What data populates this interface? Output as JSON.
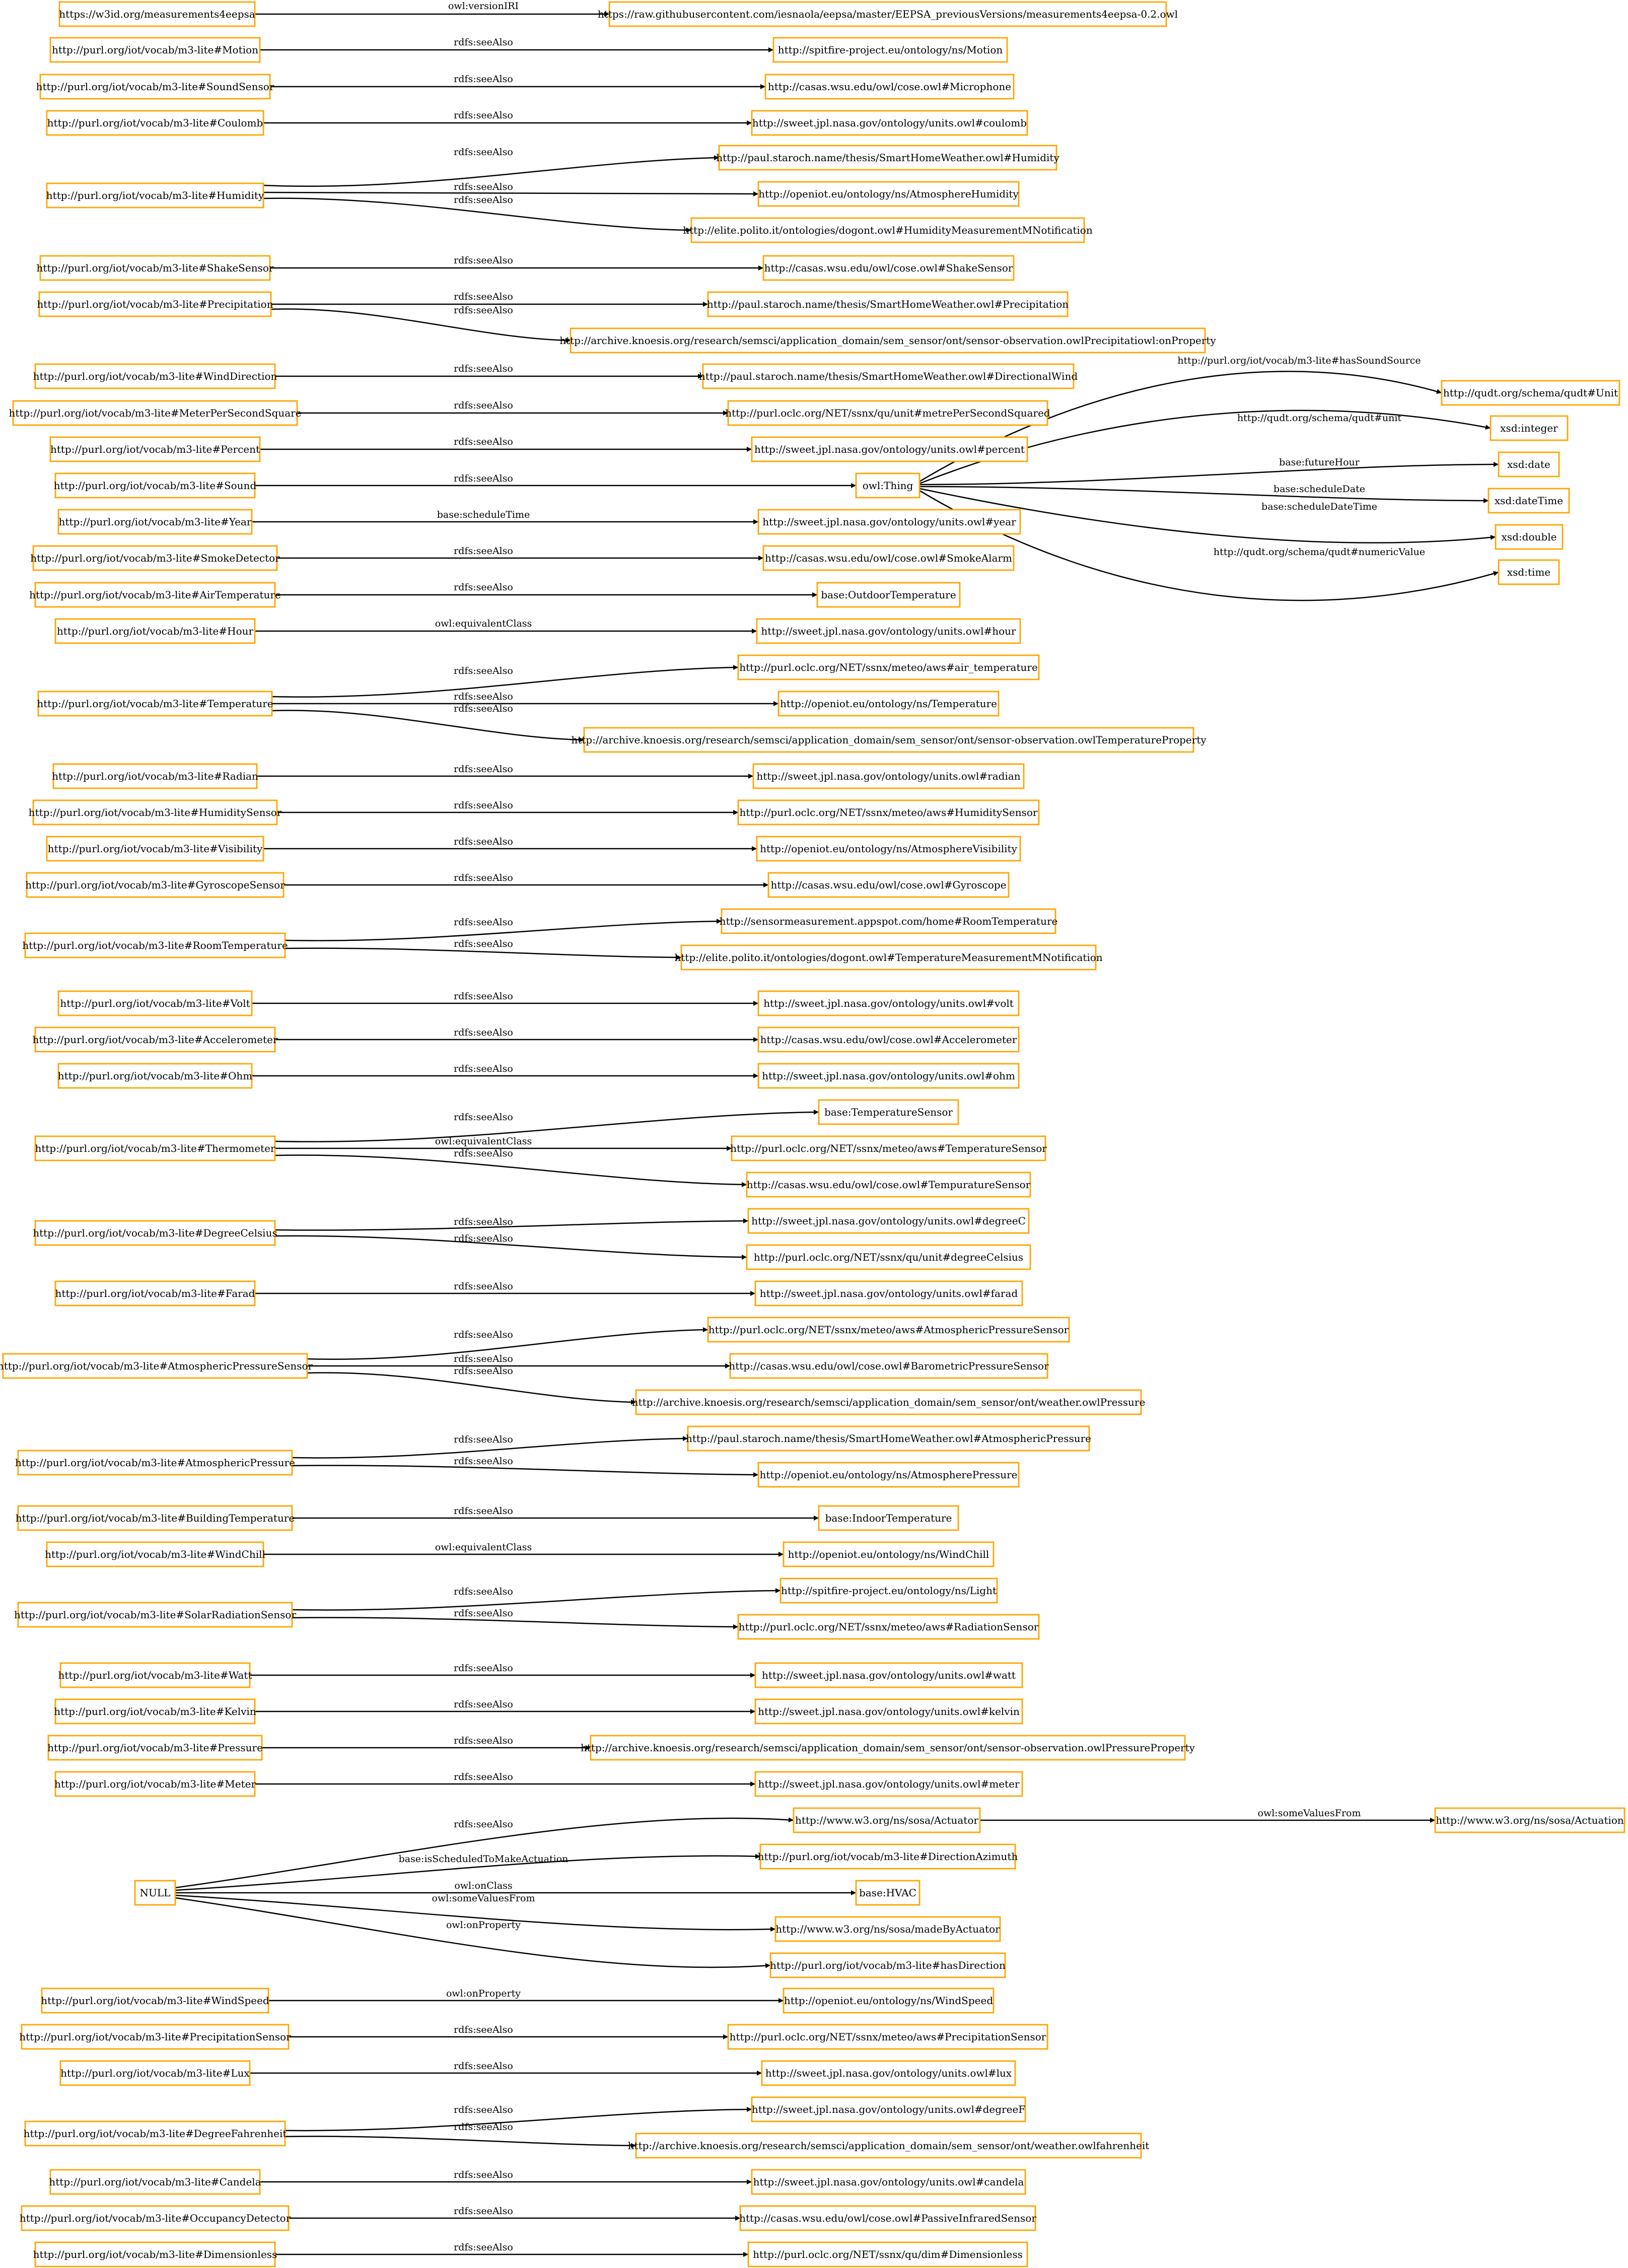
{
  "diagram": {
    "nodes": [
      {
        "id": "n0",
        "label": "https://w3id.org/measurements4eepsa"
      },
      {
        "id": "n1",
        "label": "https://raw.githubusercontent.com/iesnaola/eepsa/master/EEPSA_previousVersions/measurements4eepsa-0.2.owl"
      },
      {
        "id": "n2",
        "label": "http://purl.org/iot/vocab/m3-lite#Motion"
      },
      {
        "id": "n3",
        "label": "http://spitfire-project.eu/ontology/ns/Motion"
      },
      {
        "id": "n4",
        "label": "http://purl.org/iot/vocab/m3-lite#SoundSensor"
      },
      {
        "id": "n5",
        "label": "http://casas.wsu.edu/owl/cose.owl#Microphone"
      },
      {
        "id": "n6",
        "label": "http://purl.org/iot/vocab/m3-lite#Coulomb"
      },
      {
        "id": "n7",
        "label": "http://sweet.jpl.nasa.gov/ontology/units.owl#coulomb"
      },
      {
        "id": "n8",
        "label": "http://purl.org/iot/vocab/m3-lite#Humidity"
      },
      {
        "id": "n9",
        "label": "http://paul.staroch.name/thesis/SmartHomeWeather.owl#Humidity"
      },
      {
        "id": "n10",
        "label": "http://openiot.eu/ontology/ns/AtmosphereHumidity"
      },
      {
        "id": "n11",
        "label": "http://elite.polito.it/ontologies/dogont.owl#HumidityMeasurementMNotification"
      },
      {
        "id": "n12",
        "label": "http://purl.org/iot/vocab/m3-lite#ShakeSensor"
      },
      {
        "id": "n13",
        "label": "http://casas.wsu.edu/owl/cose.owl#ShakeSensor"
      },
      {
        "id": "n14",
        "label": "http://purl.org/iot/vocab/m3-lite#Precipitation"
      },
      {
        "id": "n15",
        "label": "http://paul.staroch.name/thesis/SmartHomeWeather.owl#Precipitation"
      },
      {
        "id": "n16",
        "label": "http://archive.knoesis.org/research/semsci/application_domain/sem_sensor/ont/sensor-observation.owlPrecipitatiowl:onProperty"
      },
      {
        "id": "n17",
        "label": "http://purl.org/iot/vocab/m3-lite#WindDirection"
      },
      {
        "id": "n18",
        "label": "http://paul.staroch.name/thesis/SmartHomeWeather.owl#DirectionalWind"
      },
      {
        "id": "n19",
        "label": "http://purl.org/iot/vocab/m3-lite#MeterPerSecondSquare"
      },
      {
        "id": "n20",
        "label": "http://purl.oclc.org/NET/ssnx/qu/unit#metrePerSecondSquared"
      },
      {
        "id": "n21",
        "label": "http://purl.org/iot/vocab/m3-lite#Percent"
      },
      {
        "id": "n22",
        "label": "http://sweet.jpl.nasa.gov/ontology/units.owl#percent"
      },
      {
        "id": "n23",
        "label": "http://purl.org/iot/vocab/m3-lite#Sound"
      },
      {
        "id": "n24",
        "label": "owl:Thing"
      },
      {
        "id": "n25",
        "label": "http://qudt.org/schema/qudt#Unit"
      },
      {
        "id": "n26",
        "label": "xsd:integer"
      },
      {
        "id": "n27",
        "label": "xsd:date"
      },
      {
        "id": "n28",
        "label": "xsd:dateTime"
      },
      {
        "id": "n29",
        "label": "xsd:double"
      },
      {
        "id": "n30",
        "label": "xsd:time"
      },
      {
        "id": "n31",
        "label": "http://purl.org/iot/vocab/m3-lite#Year"
      },
      {
        "id": "n32",
        "label": "http://sweet.jpl.nasa.gov/ontology/units.owl#year"
      },
      {
        "id": "n33",
        "label": "http://purl.org/iot/vocab/m3-lite#SmokeDetector"
      },
      {
        "id": "n34",
        "label": "http://casas.wsu.edu/owl/cose.owl#SmokeAlarm"
      },
      {
        "id": "n35",
        "label": "http://purl.org/iot/vocab/m3-lite#AirTemperature"
      },
      {
        "id": "n36",
        "label": "base:OutdoorTemperature"
      },
      {
        "id": "n37",
        "label": "http://purl.org/iot/vocab/m3-lite#Hour"
      },
      {
        "id": "n38",
        "label": "http://sweet.jpl.nasa.gov/ontology/units.owl#hour"
      },
      {
        "id": "n39",
        "label": "http://purl.org/iot/vocab/m3-lite#Temperature"
      },
      {
        "id": "n40",
        "label": "http://purl.oclc.org/NET/ssnx/meteo/aws#air_temperature"
      },
      {
        "id": "n41",
        "label": "http://openiot.eu/ontology/ns/Temperature"
      },
      {
        "id": "n42",
        "label": "http://archive.knoesis.org/research/semsci/application_domain/sem_sensor/ont/sensor-observation.owlTemperatureProperty"
      },
      {
        "id": "n43",
        "label": "http://purl.org/iot/vocab/m3-lite#Radian"
      },
      {
        "id": "n44",
        "label": "http://sweet.jpl.nasa.gov/ontology/units.owl#radian"
      },
      {
        "id": "n45",
        "label": "http://purl.org/iot/vocab/m3-lite#HumiditySensor"
      },
      {
        "id": "n46",
        "label": "http://purl.oclc.org/NET/ssnx/meteo/aws#HumiditySensor"
      },
      {
        "id": "n47",
        "label": "http://purl.org/iot/vocab/m3-lite#Visibility"
      },
      {
        "id": "n48",
        "label": "http://openiot.eu/ontology/ns/AtmosphereVisibility"
      },
      {
        "id": "n49",
        "label": "http://purl.org/iot/vocab/m3-lite#GyroscopeSensor"
      },
      {
        "id": "n50",
        "label": "http://casas.wsu.edu/owl/cose.owl#Gyroscope"
      },
      {
        "id": "n51",
        "label": "http://purl.org/iot/vocab/m3-lite#RoomTemperature"
      },
      {
        "id": "n52",
        "label": "http://sensormeasurement.appspot.com/home#RoomTemperature"
      },
      {
        "id": "n53",
        "label": "http://elite.polito.it/ontologies/dogont.owl#TemperatureMeasurementMNotification"
      },
      {
        "id": "n54",
        "label": "http://purl.org/iot/vocab/m3-lite#Volt"
      },
      {
        "id": "n55",
        "label": "http://sweet.jpl.nasa.gov/ontology/units.owl#volt"
      },
      {
        "id": "n56",
        "label": "http://purl.org/iot/vocab/m3-lite#Accelerometer"
      },
      {
        "id": "n57",
        "label": "http://casas.wsu.edu/owl/cose.owl#Accelerometer"
      },
      {
        "id": "n58",
        "label": "http://purl.org/iot/vocab/m3-lite#Ohm"
      },
      {
        "id": "n59",
        "label": "http://sweet.jpl.nasa.gov/ontology/units.owl#ohm"
      },
      {
        "id": "n60",
        "label": "http://purl.org/iot/vocab/m3-lite#Thermometer"
      },
      {
        "id": "n61",
        "label": "base:TemperatureSensor"
      },
      {
        "id": "n62",
        "label": "http://purl.oclc.org/NET/ssnx/meteo/aws#TemperatureSensor"
      },
      {
        "id": "n63",
        "label": "http://casas.wsu.edu/owl/cose.owl#TempuratureSensor"
      },
      {
        "id": "n64",
        "label": "http://purl.org/iot/vocab/m3-lite#DegreeCelsius"
      },
      {
        "id": "n65",
        "label": "http://sweet.jpl.nasa.gov/ontology/units.owl#degreeC"
      },
      {
        "id": "n66",
        "label": "http://purl.oclc.org/NET/ssnx/qu/unit#degreeCelsius"
      },
      {
        "id": "n67",
        "label": "http://purl.org/iot/vocab/m3-lite#Farad"
      },
      {
        "id": "n68",
        "label": "http://sweet.jpl.nasa.gov/ontology/units.owl#farad"
      },
      {
        "id": "n69",
        "label": "http://purl.org/iot/vocab/m3-lite#AtmosphericPressureSensor"
      },
      {
        "id": "n70",
        "label": "http://purl.oclc.org/NET/ssnx/meteo/aws#AtmosphericPressureSensor"
      },
      {
        "id": "n71",
        "label": "http://casas.wsu.edu/owl/cose.owl#BarometricPressureSensor"
      },
      {
        "id": "n72",
        "label": "http://archive.knoesis.org/research/semsci/application_domain/sem_sensor/ont/weather.owlPressure"
      },
      {
        "id": "n73",
        "label": "http://purl.org/iot/vocab/m3-lite#AtmosphericPressure"
      },
      {
        "id": "n74",
        "label": "http://paul.staroch.name/thesis/SmartHomeWeather.owl#AtmosphericPressure"
      },
      {
        "id": "n75",
        "label": "http://openiot.eu/ontology/ns/AtmospherePressure"
      },
      {
        "id": "n76",
        "label": "http://purl.org/iot/vocab/m3-lite#BuildingTemperature"
      },
      {
        "id": "n77",
        "label": "base:IndoorTemperature"
      },
      {
        "id": "n78",
        "label": "http://purl.org/iot/vocab/m3-lite#WindChill"
      },
      {
        "id": "n79",
        "label": "http://openiot.eu/ontology/ns/WindChill"
      },
      {
        "id": "n80",
        "label": "http://purl.org/iot/vocab/m3-lite#SolarRadiationSensor"
      },
      {
        "id": "n81",
        "label": "http://spitfire-project.eu/ontology/ns/Light"
      },
      {
        "id": "n82",
        "label": "http://purl.oclc.org/NET/ssnx/meteo/aws#RadiationSensor"
      },
      {
        "id": "n83",
        "label": "http://purl.org/iot/vocab/m3-lite#Watt"
      },
      {
        "id": "n84",
        "label": "http://sweet.jpl.nasa.gov/ontology/units.owl#watt"
      },
      {
        "id": "n85",
        "label": "http://purl.org/iot/vocab/m3-lite#Kelvin"
      },
      {
        "id": "n86",
        "label": "http://sweet.jpl.nasa.gov/ontology/units.owl#kelvin"
      },
      {
        "id": "n87",
        "label": "http://purl.org/iot/vocab/m3-lite#Pressure"
      },
      {
        "id": "n88",
        "label": "http://archive.knoesis.org/research/semsci/application_domain/sem_sensor/ont/sensor-observation.owlPressureProperty"
      },
      {
        "id": "n89",
        "label": "http://purl.org/iot/vocab/m3-lite#Meter"
      },
      {
        "id": "n90",
        "label": "http://sweet.jpl.nasa.gov/ontology/units.owl#meter"
      },
      {
        "id": "n91",
        "label": "NULL"
      },
      {
        "id": "n92",
        "label": "http://www.w3.org/ns/sosa/Actuator"
      },
      {
        "id": "n93",
        "label": "http://www.w3.org/ns/sosa/Actuation"
      },
      {
        "id": "n94",
        "label": "http://purl.org/iot/vocab/m3-lite#DirectionAzimuth"
      },
      {
        "id": "n95",
        "label": "base:HVAC"
      },
      {
        "id": "n96",
        "label": "http://www.w3.org/ns/sosa/madeByActuator"
      },
      {
        "id": "n97",
        "label": "http://purl.org/iot/vocab/m3-lite#hasDirection"
      },
      {
        "id": "n98",
        "label": "http://purl.org/iot/vocab/m3-lite#WindSpeed"
      },
      {
        "id": "n99",
        "label": "http://openiot.eu/ontology/ns/WindSpeed"
      },
      {
        "id": "n100",
        "label": "http://purl.org/iot/vocab/m3-lite#PrecipitationSensor"
      },
      {
        "id": "n101",
        "label": "http://purl.oclc.org/NET/ssnx/meteo/aws#PrecipitationSensor"
      },
      {
        "id": "n102",
        "label": "http://purl.org/iot/vocab/m3-lite#Lux"
      },
      {
        "id": "n103",
        "label": "http://sweet.jpl.nasa.gov/ontology/units.owl#lux"
      },
      {
        "id": "n104",
        "label": "http://purl.org/iot/vocab/m3-lite#DegreeFahrenheit"
      },
      {
        "id": "n105",
        "label": "http://sweet.jpl.nasa.gov/ontology/units.owl#degreeF"
      },
      {
        "id": "n106",
        "label": "http://archive.knoesis.org/research/semsci/application_domain/sem_sensor/ont/weather.owlfahrenheit"
      },
      {
        "id": "n107",
        "label": "http://purl.org/iot/vocab/m3-lite#Candela"
      },
      {
        "id": "n108",
        "label": "http://sweet.jpl.nasa.gov/ontology/units.owl#candela"
      },
      {
        "id": "n109",
        "label": "http://purl.org/iot/vocab/m3-lite#OccupancyDetector"
      },
      {
        "id": "n110",
        "label": "http://casas.wsu.edu/owl/cose.owl#PassiveInfraredSensor"
      },
      {
        "id": "n111",
        "label": "http://purl.org/iot/vocab/m3-lite#Dimensionless"
      },
      {
        "id": "n112",
        "label": "http://purl.oclc.org/NET/ssnx/qu/dim#Dimensionless"
      }
    ],
    "edges": [
      {
        "label": "owl:versionIRI"
      },
      {
        "label": "rdfs:seeAlso"
      },
      {
        "label": "rdfs:seeAlso"
      },
      {
        "label": "rdfs:seeAlso"
      },
      {
        "label": "rdfs:seeAlso"
      },
      {
        "label": "rdfs:seeAlso"
      },
      {
        "label": "rdfs:seeAlso"
      },
      {
        "label": "rdfs:seeAlso"
      },
      {
        "label": "rdfs:seeAlso"
      },
      {
        "label": "rdfs:seeAlso"
      },
      {
        "label": "rdfs:seeAlso"
      },
      {
        "label": "rdfs:seeAlso"
      },
      {
        "label": "rdfs:seeAlso"
      },
      {
        "label": "rdfs:seeAlso"
      },
      {
        "label": "http://purl.org/iot/vocab/m3-lite#hasSoundSource"
      },
      {
        "label": "http://qudt.org/schema/qudt#unit"
      },
      {
        "label": "base:futureHour"
      },
      {
        "label": "base:scheduleDate"
      },
      {
        "label": "base:scheduleDateTime"
      },
      {
        "label": "http://qudt.org/schema/qudt#numericValue"
      },
      {
        "label": "base:scheduleTime"
      },
      {
        "label": "rdfs:seeAlso"
      },
      {
        "label": "rdfs:seeAlso"
      },
      {
        "label": "owl:equivalentClass"
      },
      {
        "label": "rdfs:seeAlso"
      },
      {
        "label": "rdfs:seeAlso"
      },
      {
        "label": "rdfs:seeAlso"
      },
      {
        "label": "rdfs:seeAlso"
      },
      {
        "label": "rdfs:seeAlso"
      },
      {
        "label": "rdfs:seeAlso"
      },
      {
        "label": "rdfs:seeAlso"
      },
      {
        "label": "rdfs:seeAlso"
      },
      {
        "label": "rdfs:seeAlso"
      },
      {
        "label": "rdfs:seeAlso"
      },
      {
        "label": "rdfs:seeAlso"
      },
      {
        "label": "rdfs:seeAlso"
      },
      {
        "label": "rdfs:seeAlso"
      },
      {
        "label": "owl:equivalentClass"
      },
      {
        "label": "rdfs:seeAlso"
      },
      {
        "label": "rdfs:seeAlso"
      },
      {
        "label": "rdfs:seeAlso"
      },
      {
        "label": "rdfs:seeAlso"
      },
      {
        "label": "rdfs:seeAlso"
      },
      {
        "label": "rdfs:seeAlso"
      },
      {
        "label": "rdfs:seeAlso"
      },
      {
        "label": "rdfs:seeAlso"
      },
      {
        "label": "rdfs:seeAlso"
      },
      {
        "label": "rdfs:seeAlso"
      },
      {
        "label": "owl:equivalentClass"
      },
      {
        "label": "rdfs:seeAlso"
      },
      {
        "label": "rdfs:seeAlso"
      },
      {
        "label": "rdfs:seeAlso"
      },
      {
        "label": "rdfs:seeAlso"
      },
      {
        "label": "rdfs:seeAlso"
      },
      {
        "label": "rdfs:seeAlso"
      },
      {
        "label": "rdfs:seeAlso"
      },
      {
        "label": "owl:someValuesFrom"
      },
      {
        "label": "base:isScheduledToMakeActuation"
      },
      {
        "label": "owl:onClass"
      },
      {
        "label": "owl:someValuesFrom"
      },
      {
        "label": "owl:onProperty"
      },
      {
        "label": "owl:onProperty"
      },
      {
        "label": "rdfs:seeAlso"
      },
      {
        "label": "rdfs:seeAlso"
      },
      {
        "label": "rdfs:seeAlso"
      },
      {
        "label": "rdfs:seeAlso"
      },
      {
        "label": "rdfs:seeAlso"
      },
      {
        "label": "rdfs:seeAlso"
      },
      {
        "label": "rdfs:seeAlso"
      },
      {
        "label": "rdfs:seeAlso"
      }
    ]
  }
}
